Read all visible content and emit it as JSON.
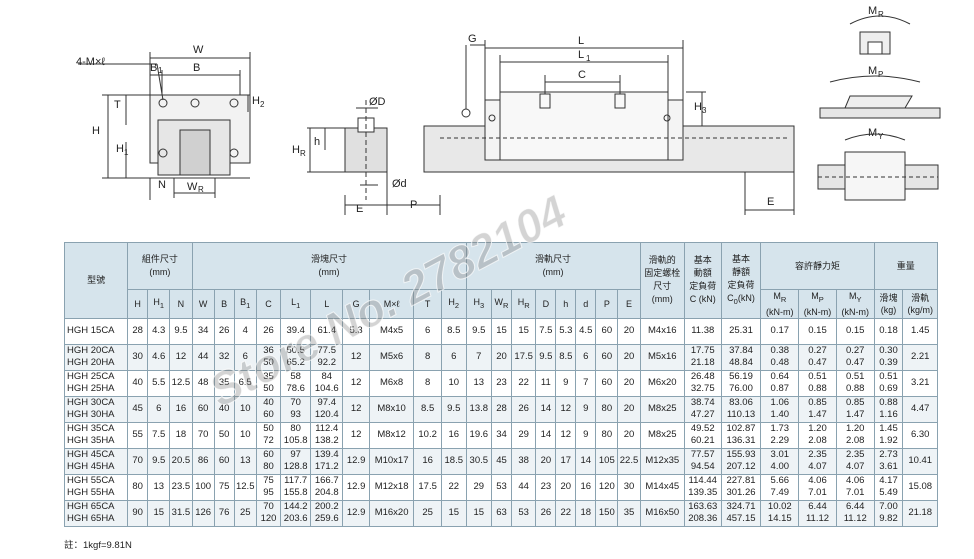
{
  "drawing_labels": {
    "mxl": "4-M×ℓ",
    "W": "W",
    "B1": "B",
    "B1_sub": "1",
    "B": "B",
    "H": "H",
    "T": "T",
    "H2": "H",
    "H2_sub": "2",
    "H1": "H",
    "H1_sub": "1",
    "N": "N",
    "WR": "W",
    "WR_sub": "R",
    "phiD": "ØD",
    "h": "h",
    "HR": "H",
    "HR_sub": "R",
    "phid": "Ød",
    "E": "E",
    "P": "P",
    "G": "G",
    "L": "L",
    "L1": "L",
    "L1_sub": "1",
    "C": "C",
    "H3": "H",
    "H3_sub": "3",
    "MR": "M",
    "MR_sub": "R",
    "MP": "M",
    "MP_sub": "P",
    "MY": "M",
    "MY_sub": "Y",
    "E2": "E"
  },
  "table": {
    "header": {
      "model": "型號",
      "assembly": "組件尺寸",
      "assembly_unit": "(mm)",
      "block": "滑塊尺寸",
      "block_unit": "(mm)",
      "rail": "滑軌尺寸",
      "rail_unit": "(mm)",
      "bolt1": "滑軌的",
      "bolt2": "固定螺栓",
      "bolt3": "尺寸",
      "bolt_unit": "(mm)",
      "dyn1": "基本",
      "dyn2": "動額",
      "dyn3": "定負荷",
      "dyn4": "C (kN)",
      "sta1": "基本",
      "sta2": "靜額",
      "sta3": "定負荷",
      "sta4": "C",
      "sta4_sub": "0",
      "sta4_tail": "(kN)",
      "moment": "容許靜力矩",
      "weight": "重量",
      "mr": "M",
      "mr_sub": "R",
      "mr_unit": "(kN-m)",
      "mp": "M",
      "mp_sub": "P",
      "mp_unit": "(kN-m)",
      "my": "M",
      "my_sub": "Y",
      "my_unit": "(kN-m)",
      "wblock": "滑塊",
      "wblock_unit": "(kg)",
      "wrail": "滑軌",
      "wrail_unit": "(kg/m)",
      "cols": [
        "H",
        "H",
        "N",
        "W",
        "B",
        "B",
        "C",
        "L",
        "L",
        "G",
        "M×ℓ",
        "T",
        "H",
        "H",
        "W",
        "H",
        "D",
        "h",
        "d",
        "P",
        "E"
      ],
      "subs": [
        "",
        "1",
        "",
        "",
        "",
        "1",
        "",
        "1",
        "",
        "",
        "",
        "",
        "2",
        "3",
        "R",
        "R",
        "",
        "",
        "",
        "",
        ""
      ]
    },
    "rows": [
      {
        "model": [
          "HGH 15CA"
        ],
        "H": "28",
        "H1": "4.3",
        "N": "9.5",
        "W": "34",
        "B": "26",
        "B1": "4",
        "C": [
          "26"
        ],
        "L1": [
          "39.4"
        ],
        "L": [
          "61.4"
        ],
        "G": "5.3",
        "Mxl": "M4x5",
        "T": "6",
        "H2": "8.5",
        "H3": "9.5",
        "WR": "15",
        "HR": "15",
        "D": "7.5",
        "h": "5.3",
        "d": "4.5",
        "P": "60",
        "E": "20",
        "bolt": "M4x16",
        "dyn": [
          "11.38"
        ],
        "sta": [
          "25.31"
        ],
        "MR": [
          "0.17"
        ],
        "MP": [
          "0.15"
        ],
        "MY": [
          "0.15"
        ],
        "wb": [
          "0.18"
        ],
        "wr": "1.45"
      },
      {
        "model": [
          "HGH 20CA",
          "HGH 20HA"
        ],
        "H": "30",
        "H1": "4.6",
        "N": "12",
        "W": "44",
        "B": "32",
        "B1": "6",
        "C": [
          "36",
          "50"
        ],
        "L1": [
          "50.5",
          "65.2"
        ],
        "L": [
          "77.5",
          "92.2"
        ],
        "G": "12",
        "Mxl": "M5x6",
        "T": "8",
        "H2": "6",
        "H3": "7",
        "WR": "20",
        "HR": "17.5",
        "D": "9.5",
        "h": "8.5",
        "d": "6",
        "P": "60",
        "E": "20",
        "bolt": "M5x16",
        "dyn": [
          "17.75",
          "21.18"
        ],
        "sta": [
          "37.84",
          "48.84"
        ],
        "MR": [
          "0.38",
          "0.48"
        ],
        "MP": [
          "0.27",
          "0.47"
        ],
        "MY": [
          "0.27",
          "0.47"
        ],
        "wb": [
          "0.30",
          "0.39"
        ],
        "wr": "2.21"
      },
      {
        "model": [
          "HGH 25CA",
          "HGH 25HA"
        ],
        "H": "40",
        "H1": "5.5",
        "N": "12.5",
        "W": "48",
        "B": "35",
        "B1": "6.5",
        "C": [
          "35",
          "50"
        ],
        "L1": [
          "58",
          "78.6"
        ],
        "L": [
          "84",
          "104.6"
        ],
        "G": "12",
        "Mxl": "M6x8",
        "T": "8",
        "H2": "10",
        "H3": "13",
        "WR": "23",
        "HR": "22",
        "D": "11",
        "h": "9",
        "d": "7",
        "P": "60",
        "E": "20",
        "bolt": "M6x20",
        "dyn": [
          "26.48",
          "32.75"
        ],
        "sta": [
          "56.19",
          "76.00"
        ],
        "MR": [
          "0.64",
          "0.87"
        ],
        "MP": [
          "0.51",
          "0.88"
        ],
        "MY": [
          "0.51",
          "0.88"
        ],
        "wb": [
          "0.51",
          "0.69"
        ],
        "wr": "3.21"
      },
      {
        "model": [
          "HGH 30CA",
          "HGH 30HA"
        ],
        "H": "45",
        "H1": "6",
        "N": "16",
        "W": "60",
        "B": "40",
        "B1": "10",
        "C": [
          "40",
          "60"
        ],
        "L1": [
          "70",
          "93"
        ],
        "L": [
          "97.4",
          "120.4"
        ],
        "G": "12",
        "Mxl": "M8x10",
        "T": "8.5",
        "H2": "9.5",
        "H3": "13.8",
        "WR": "28",
        "HR": "26",
        "D": "14",
        "h": "12",
        "d": "9",
        "P": "80",
        "E": "20",
        "bolt": "M8x25",
        "dyn": [
          "38.74",
          "47.27"
        ],
        "sta": [
          "83.06",
          "110.13"
        ],
        "MR": [
          "1.06",
          "1.40"
        ],
        "MP": [
          "0.85",
          "1.47"
        ],
        "MY": [
          "0.85",
          "1.47"
        ],
        "wb": [
          "0.88",
          "1.16"
        ],
        "wr": "4.47"
      },
      {
        "model": [
          "HGH 35CA",
          "HGH 35HA"
        ],
        "H": "55",
        "H1": "7.5",
        "N": "18",
        "W": "70",
        "B": "50",
        "B1": "10",
        "C": [
          "50",
          "72"
        ],
        "L1": [
          "80",
          "105.8"
        ],
        "L": [
          "112.4",
          "138.2"
        ],
        "G": "12",
        "Mxl": "M8x12",
        "T": "10.2",
        "H2": "16",
        "H3": "19.6",
        "WR": "34",
        "HR": "29",
        "D": "14",
        "h": "12",
        "d": "9",
        "P": "80",
        "E": "20",
        "bolt": "M8x25",
        "dyn": [
          "49.52",
          "60.21"
        ],
        "sta": [
          "102.87",
          "136.31"
        ],
        "MR": [
          "1.73",
          "2.29"
        ],
        "MP": [
          "1.20",
          "2.08"
        ],
        "MY": [
          "1.20",
          "2.08"
        ],
        "wb": [
          "1.45",
          "1.92"
        ],
        "wr": "6.30"
      },
      {
        "model": [
          "HGH 45CA",
          "HGH 45HA"
        ],
        "H": "70",
        "H1": "9.5",
        "N": "20.5",
        "W": "86",
        "B": "60",
        "B1": "13",
        "C": [
          "60",
          "80"
        ],
        "L1": [
          "97",
          "128.8"
        ],
        "L": [
          "139.4",
          "171.2"
        ],
        "G": "12.9",
        "Mxl": "M10x17",
        "T": "16",
        "H2": "18.5",
        "H3": "30.5",
        "WR": "45",
        "HR": "38",
        "D": "20",
        "h": "17",
        "d": "14",
        "P": "105",
        "E": "22.5",
        "bolt": "M12x35",
        "dyn": [
          "77.57",
          "94.54"
        ],
        "sta": [
          "155.93",
          "207.12"
        ],
        "MR": [
          "3.01",
          "4.00"
        ],
        "MP": [
          "2.35",
          "4.07"
        ],
        "MY": [
          "2.35",
          "4.07"
        ],
        "wb": [
          "2.73",
          "3.61"
        ],
        "wr": "10.41"
      },
      {
        "model": [
          "HGH 55CA",
          "HGH 55HA"
        ],
        "H": "80",
        "H1": "13",
        "N": "23.5",
        "W": "100",
        "B": "75",
        "B1": "12.5",
        "C": [
          "75",
          "95"
        ],
        "L1": [
          "117.7",
          "155.8"
        ],
        "L": [
          "166.7",
          "204.8"
        ],
        "G": "12.9",
        "Mxl": "M12x18",
        "T": "17.5",
        "H2": "22",
        "H3": "29",
        "WR": "53",
        "HR": "44",
        "D": "23",
        "h": "20",
        "d": "16",
        "P": "120",
        "E": "30",
        "bolt": "M14x45",
        "dyn": [
          "114.44",
          "139.35"
        ],
        "sta": [
          "227.81",
          "301.26"
        ],
        "MR": [
          "5.66",
          "7.49"
        ],
        "MP": [
          "4.06",
          "7.01"
        ],
        "MY": [
          "4.06",
          "7.01"
        ],
        "wb": [
          "4.17",
          "5.49"
        ],
        "wr": "15.08"
      },
      {
        "model": [
          "HGH 65CA",
          "HGH 65HA"
        ],
        "H": "90",
        "H1": "15",
        "N": "31.5",
        "W": "126",
        "B": "76",
        "B1": "25",
        "C": [
          "70",
          "120"
        ],
        "L1": [
          "144.2",
          "203.6"
        ],
        "L": [
          "200.2",
          "259.6"
        ],
        "G": "12.9",
        "Mxl": "M16x20",
        "T": "25",
        "H2": "15",
        "H3": "15",
        "WR": "63",
        "HR": "53",
        "D": "26",
        "h": "22",
        "d": "18",
        "P": "150",
        "E": "35",
        "bolt": "M16x50",
        "dyn": [
          "163.63",
          "208.36"
        ],
        "sta": [
          "324.71",
          "457.15"
        ],
        "MR": [
          "10.02",
          "14.15"
        ],
        "MP": [
          "6.44",
          "11.12"
        ],
        "MY": [
          "6.44",
          "11.12"
        ],
        "wb": [
          "7.00",
          "9.82"
        ],
        "wr": "21.18"
      }
    ],
    "note": "註：1kgf=9.81N"
  },
  "watermark": "Store No. 2782104",
  "colors": {
    "header_bg": "#d6e4ec",
    "grid": "#8aa2b0",
    "shade": "#eef3f6"
  }
}
